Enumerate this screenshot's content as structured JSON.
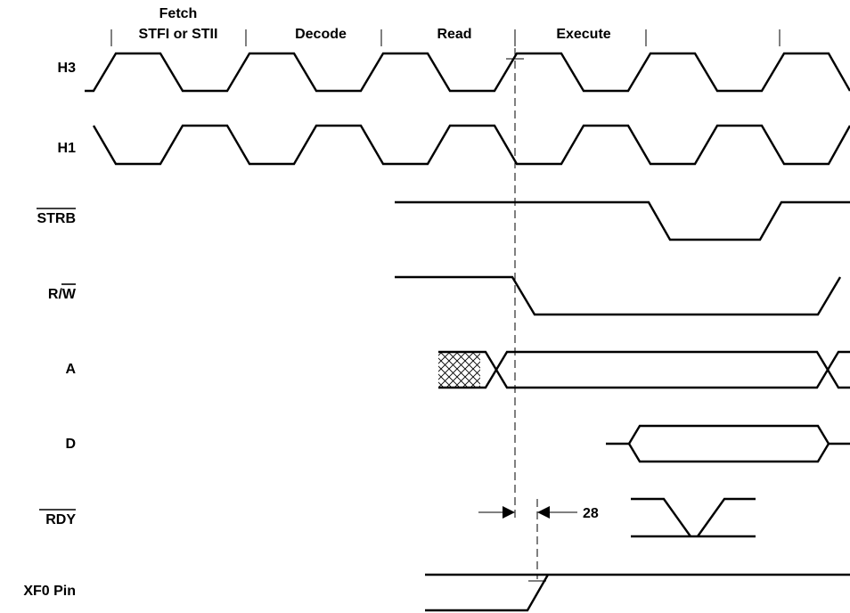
{
  "phases": {
    "fetch_line1": "Fetch",
    "fetch_line2": "STFI or STII",
    "decode": "Decode",
    "read": "Read",
    "execute": "Execute"
  },
  "signals": {
    "h3": "H3",
    "h1": "H1",
    "strb": "STRB",
    "rw_prefix": "R/",
    "rw_bar": "W",
    "a": "A",
    "d": "D",
    "rdy": "RDY",
    "xf0": "XF0 Pin"
  },
  "timing": {
    "param": "28"
  }
}
